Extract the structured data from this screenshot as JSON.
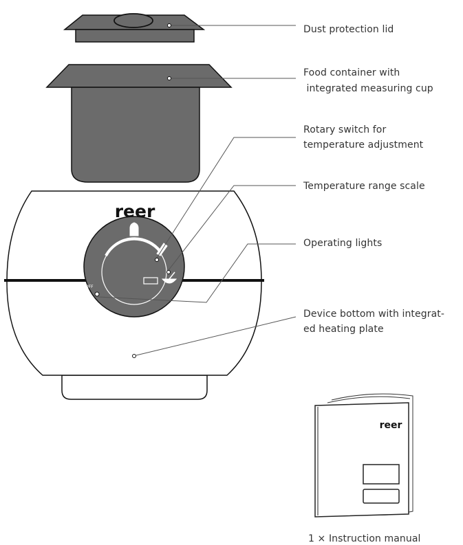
{
  "brand": "reer",
  "dial": {
    "off_label": "OFF"
  },
  "callouts": [
    {
      "id": "lid",
      "lines": [
        "Dust protection lid"
      ]
    },
    {
      "id": "container",
      "lines": [
        "Food container with",
        " integrated measuring cup"
      ]
    },
    {
      "id": "rotary",
      "lines": [
        "Rotary switch for",
        "temperature adjustment"
      ]
    },
    {
      "id": "scale",
      "lines": [
        "Temperature range scale"
      ]
    },
    {
      "id": "lights",
      "lines": [
        "Operating lights"
      ]
    },
    {
      "id": "bottom",
      "lines": [
        "Device bottom with integrat-",
        "ed heating plate"
      ]
    }
  ],
  "manual": {
    "caption": "1 × Instruction manual"
  },
  "colors": {
    "dark_gray": "#6b6b6b",
    "outline": "#111111",
    "leader": "#555555"
  }
}
